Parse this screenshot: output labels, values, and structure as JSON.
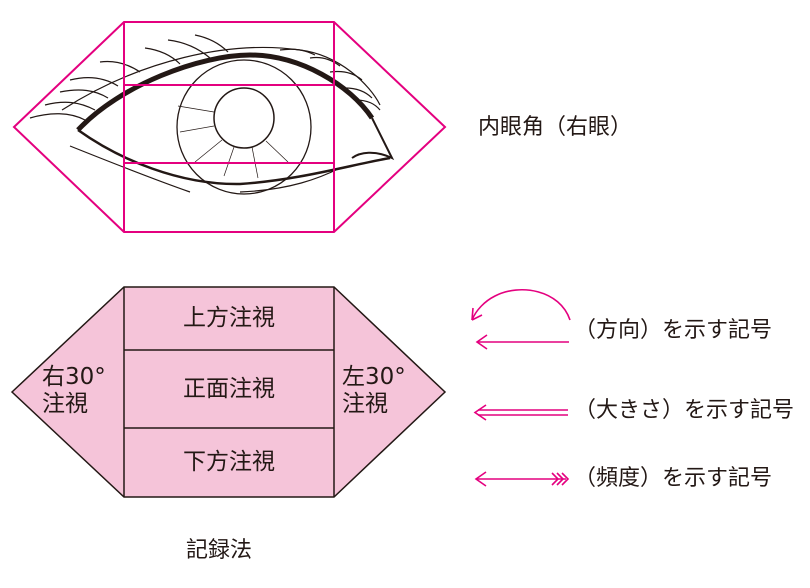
{
  "eye_diagram": {
    "label": "内眼角（右眼）"
  },
  "recording_diagram": {
    "cells": {
      "up": "上方注視",
      "center": "正面注視",
      "down": "下方注視",
      "right_30_line1": "右30°",
      "right_30_line2": "注視",
      "left_30_line1": "左30°",
      "left_30_line2": "注視"
    },
    "caption": "記録法"
  },
  "legend": [
    {
      "symbol": "direction-arrow",
      "label": "（方向）を示す記号"
    },
    {
      "symbol": "double-arrow",
      "label": "（大きさ）を示す記号"
    },
    {
      "symbol": "feathered-arrow",
      "label": "（頻度）を示す記号"
    }
  ],
  "colors": {
    "magenta": "#e4007f",
    "pink_fill": "#f5c4d9",
    "ink": "#231815"
  }
}
